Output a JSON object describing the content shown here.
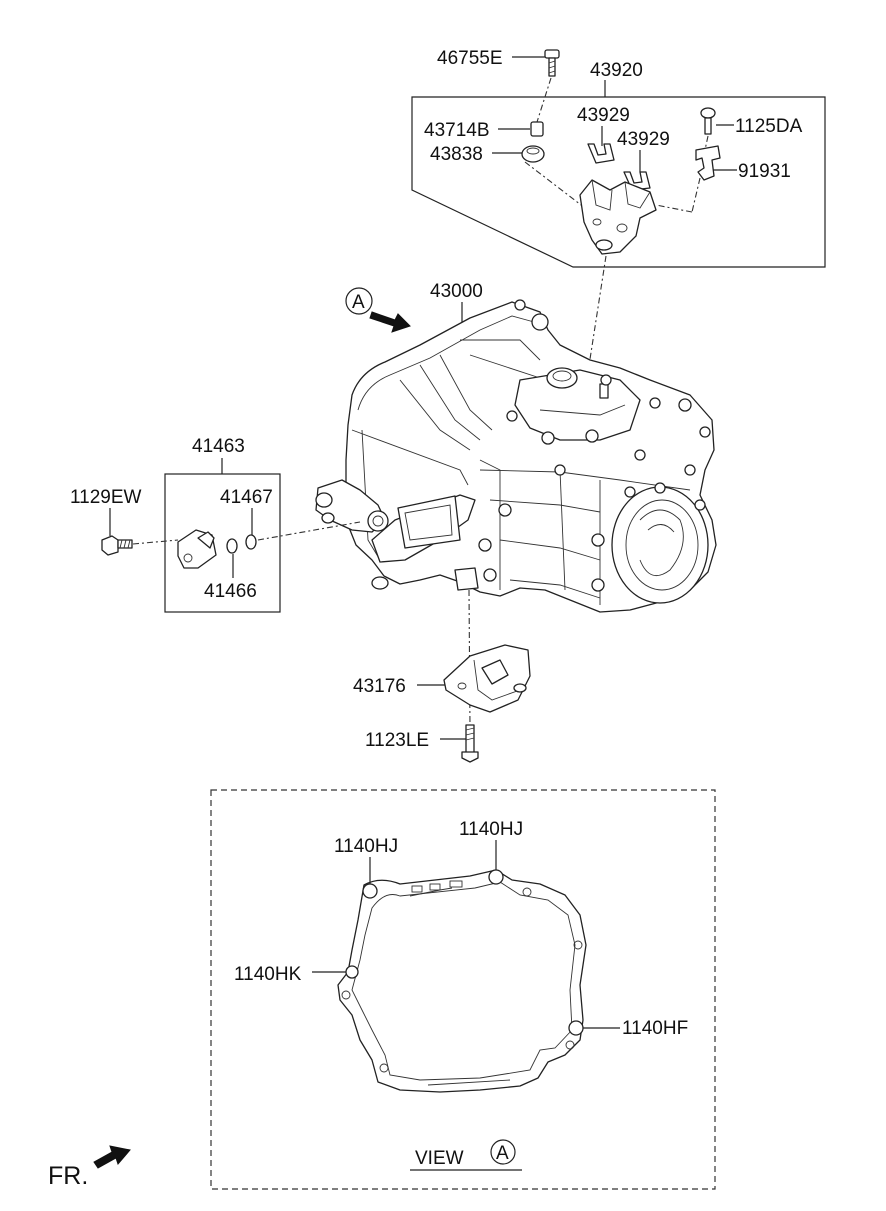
{
  "labels": {
    "p46755E": "46755E",
    "p43920": "43920",
    "p43929a": "43929",
    "p43929b": "43929",
    "p1125DA": "1125DA",
    "p43714B": "43714B",
    "p43838": "43838",
    "p91931": "91931",
    "p43000": "43000",
    "p41463": "41463",
    "p1129EW": "1129EW",
    "p41467": "41467",
    "p41466": "41466",
    "p43176": "43176",
    "p1123LE": "1123LE",
    "p1140HJa": "1140HJ",
    "p1140HJb": "1140HJ",
    "p1140HK": "1140HK",
    "p1140HF": "1140HF"
  },
  "view_marker": "A",
  "arrow_marker": "A",
  "view_label": "VIEW",
  "view_circle": "A",
  "fr_label": "FR."
}
